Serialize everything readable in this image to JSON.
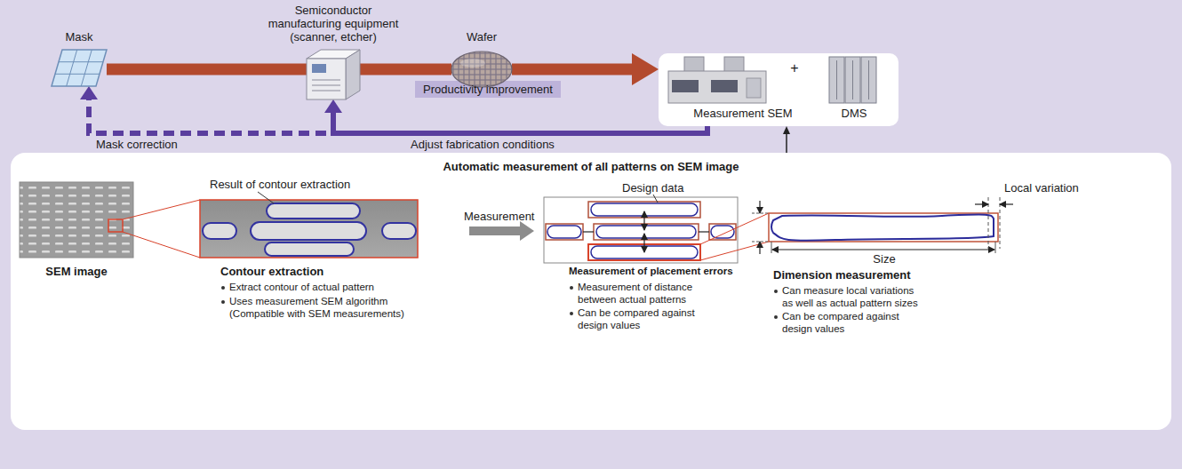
{
  "diagram": {
    "nodes": [
      {
        "text": [
          "Mask"
        ]
      },
      {
        "text": [
          "Semiconductor manufacturing equipment (scanner, etcher)"
        ]
      },
      {
        "text": [
          "Wafer"
        ]
      },
      {
        "text": [
          "Measurement SEM",
          "+",
          "DMS"
        ]
      },
      {
        "text": [
          "Productivity improvement"
        ]
      },
      {
        "text": [
          "Automatic measurement of all patterns on SEM image"
        ]
      }
    ],
    "edges": [
      {
        "from": 0,
        "to": 1,
        "arrow": "none"
      },
      {
        "from": 1,
        "to": 2,
        "arrow": "none"
      },
      {
        "from": 2,
        "to": 3,
        "arrow": "to"
      },
      {
        "from": 3,
        "to": 0,
        "arrow": "to",
        "label": "Mask correction"
      },
      {
        "from": 3,
        "to": 1,
        "arrow": "to",
        "label": "Adjust fabrication conditions"
      },
      {
        "from": 5,
        "to": 3,
        "arrow": "to"
      }
    ],
    "labels": [
      "Result of contour extraction",
      "Design data",
      "Local variation",
      "Measurement",
      "Size",
      "SEM image",
      "Contour extraction",
      "Extract contour of actual pattern",
      "Uses measurement SEM algorithm (Compatible with SEM measurements)",
      "Measurement of placement errors",
      "Measurement of distance between actual patterns",
      "Can be compared against design values",
      "Dimension measurement",
      "Can measure local variations as well as actual pattern sizes",
      "Can be compared against design values"
    ]
  }
}
